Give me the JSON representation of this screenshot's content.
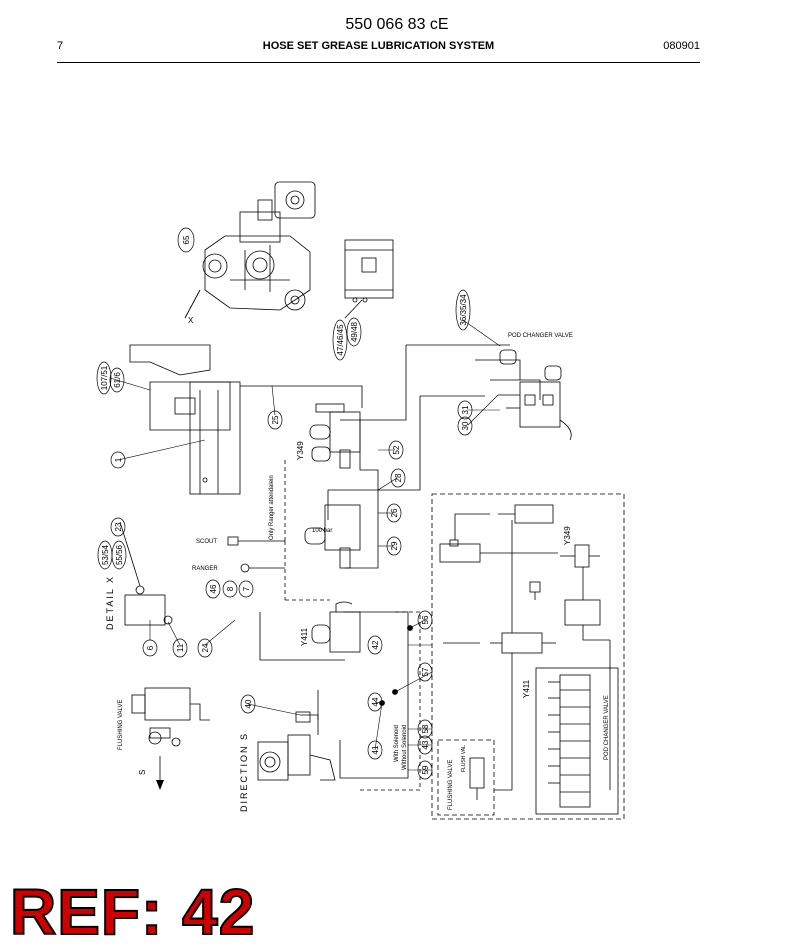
{
  "header": {
    "doc_number": "550 066 83 cE",
    "page_number": "7",
    "title": "HOSE SET GREASE LUBRICATION SYSTEM",
    "date_code": "080901"
  },
  "diagram": {
    "callouts": [
      "65",
      "107/51",
      "61/6",
      "1",
      "23",
      "53/54",
      "55/56",
      "46",
      "8",
      "7",
      "6",
      "11",
      "24",
      "25",
      "47/46/45",
      "49/48",
      "36/35/34",
      "31",
      "30",
      "52",
      "28",
      "26",
      "29",
      "56",
      "42",
      "57",
      "44",
      "58",
      "43",
      "59",
      "40",
      "41"
    ],
    "labels": {
      "detail_x": "DETAIL X",
      "direction_s": "DIRECTION S",
      "flushing_valve_left": "FLUSHING VALVE",
      "flushing_valve_box": "FLUSHING VALVE",
      "pod_changer_valve_top": "POD CHANGER VALVE",
      "pod_changer_valve_box": "POD CHANGER VALVE",
      "scout": "SCOUT",
      "ranger": "RANGER",
      "only_ranger": "Only Ranger attendalein",
      "y349_top": "Y349",
      "y349_right": "Y349",
      "y411_mid": "Y411",
      "y411_box": "Y411",
      "bar_100": "100 bar",
      "with_solenoid": "With Solenoid",
      "without_solenoid": "Without Solenoid",
      "x_marker": "X",
      "s_marker": "S",
      "flush_val": "FLUSH VAL"
    }
  },
  "ref_stamp": "REF: 42"
}
